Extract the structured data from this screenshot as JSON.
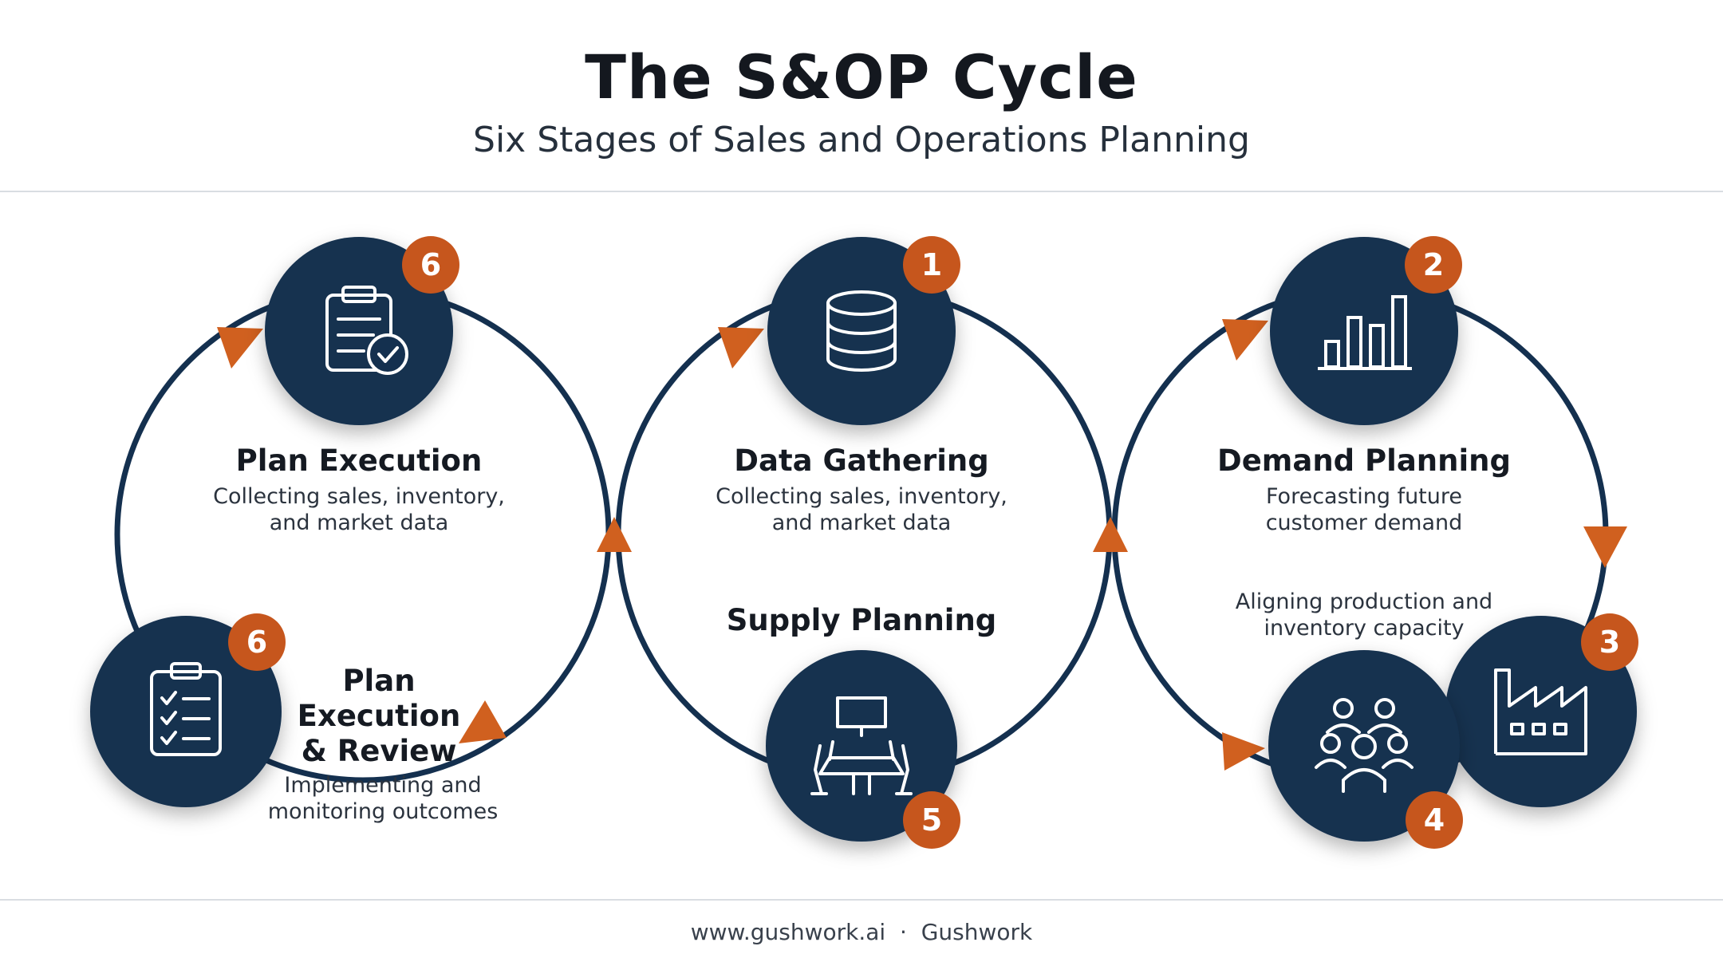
{
  "header": {
    "title": "The S&OP Cycle",
    "subtitle": "Six Stages of Sales and Operations Planning"
  },
  "colors": {
    "node_fill": "#14304f",
    "badge_fill": "#c6561d",
    "arrow": "#d0601f",
    "loop_stroke": "#14304f"
  },
  "nodes": [
    {
      "id": "plan-execution-top",
      "badge": "6",
      "icon": "clipboard-check-icon"
    },
    {
      "id": "data-gathering",
      "badge": "1",
      "icon": "database-icon"
    },
    {
      "id": "demand-planning",
      "badge": "2",
      "icon": "bar-chart-icon"
    },
    {
      "id": "capacity",
      "badge": "3",
      "icon": "factory-icon"
    },
    {
      "id": "meeting",
      "badge": "4",
      "icon": "people-group-icon"
    },
    {
      "id": "supply-planning",
      "badge": "5",
      "icon": "boardroom-icon"
    },
    {
      "id": "plan-execution-review",
      "badge": "6",
      "icon": "checklist-icon"
    }
  ],
  "labels": {
    "plan_execution": {
      "title": "Plan Execution",
      "desc1": "Collecting sales, inventory,",
      "desc2": "and market data"
    },
    "data_gathering": {
      "title": "Data Gathering",
      "desc1": "Collecting sales, inventory,",
      "desc2": "and market data"
    },
    "demand_planning": {
      "title": "Demand Planning",
      "desc1": "Forecasting future",
      "desc2": "customer demand"
    },
    "capacity": {
      "desc1": "Aligning production and",
      "desc2": "inventory capacity"
    },
    "supply_planning": {
      "title": "Supply Planning"
    },
    "plan_review": {
      "title1": "Plan",
      "title2": "Execution",
      "title3": "& Review",
      "desc1": "Implementing and",
      "desc2": "monitoring outcomes"
    }
  },
  "footer": {
    "site": "www.gushwork.ai",
    "separator": "·",
    "brand": "Gushwork"
  }
}
